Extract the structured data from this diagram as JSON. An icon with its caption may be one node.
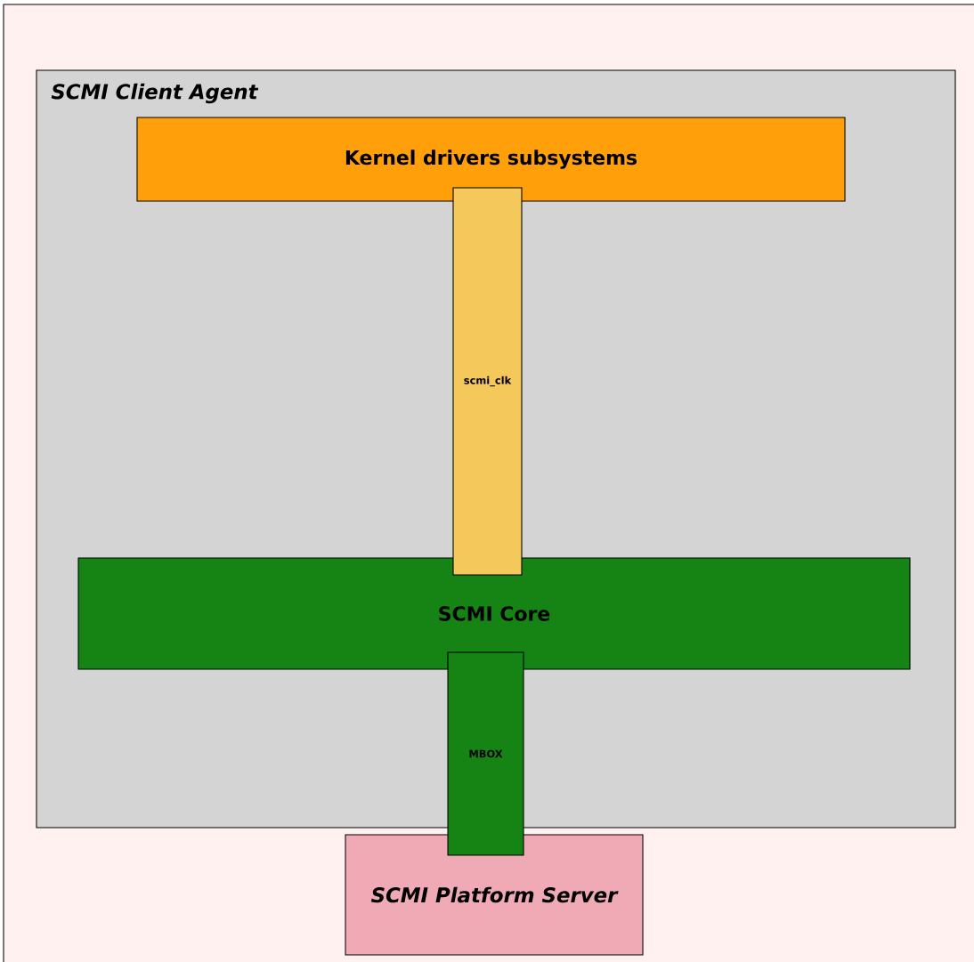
{
  "diagram": {
    "nodes": [
      {
        "text": [
          "SCMI Client Agent"
        ]
      },
      {
        "text": [
          "Kernel drivers subsystems"
        ],
        "in": 0
      },
      {
        "text": [
          "scmi_clk"
        ],
        "in": 0
      },
      {
        "text": [
          "SCMI Core"
        ],
        "in": 0
      },
      {
        "text": [
          "MBOX"
        ]
      },
      {
        "text": [
          "SCMI Platform Server"
        ]
      }
    ],
    "edges": []
  }
}
